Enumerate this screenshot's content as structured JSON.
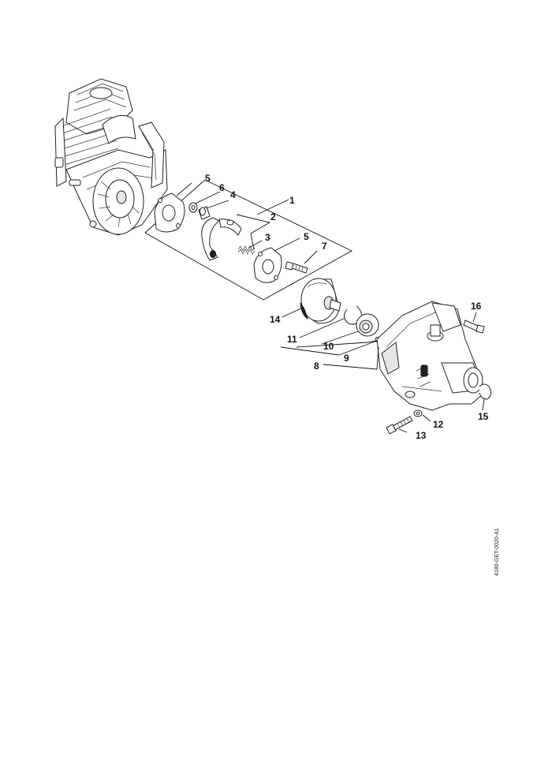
{
  "callouts": [
    {
      "id": "c1",
      "text": "1"
    },
    {
      "id": "c2",
      "text": "2"
    },
    {
      "id": "c3",
      "text": "3"
    },
    {
      "id": "c4",
      "text": "4"
    },
    {
      "id": "c5a",
      "text": "5"
    },
    {
      "id": "c5b",
      "text": "5"
    },
    {
      "id": "c6",
      "text": "6"
    },
    {
      "id": "c7",
      "text": "7"
    },
    {
      "id": "c8",
      "text": "8"
    },
    {
      "id": "c9",
      "text": "9"
    },
    {
      "id": "c10",
      "text": "10"
    },
    {
      "id": "c11",
      "text": "11"
    },
    {
      "id": "c12",
      "text": "12"
    },
    {
      "id": "c13",
      "text": "13"
    },
    {
      "id": "c14",
      "text": "14"
    },
    {
      "id": "c15",
      "text": "15"
    },
    {
      "id": "c16",
      "text": "16"
    }
  ],
  "drawing_code": "4180-GET-0020-A1"
}
